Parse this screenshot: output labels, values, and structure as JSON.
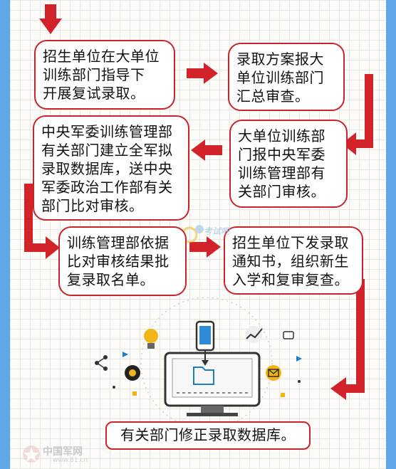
{
  "colors": {
    "arrow": "#d2232a",
    "box_border": "#c8242b",
    "frame": "#5fa7e8",
    "accent": "#f3b21a"
  },
  "boxes": {
    "step1": "招生单位在大单位训练部门指导下开展复试录取。",
    "step2": "录取方案报大单位训练部门汇总审查。",
    "step3": "大单位训练部门报中央军委训练管理部有关部门审核。",
    "step4": "中央军委训练管理部有关部门建立全军拟录取数据库，送中央军委政治工作部有关部门比对审核。",
    "step5": "训练管理部依据比对审核结果批复录取名单。",
    "step6": "招生单位下发录取通知书，组织新生入学和复审复查。",
    "step7": "有关部门修正录取数据库。"
  },
  "lines": {
    "step1": [
      "招生单位在大单位",
      "训练部门指导下",
      "开展复试录取。"
    ],
    "step2": [
      "录取方案报大",
      "单位训练部门",
      "汇总审查。"
    ],
    "step3": [
      "大单位训练部",
      "门报中央军委",
      "训练管理部有",
      "关部门审核。"
    ],
    "step4": [
      "中央军委训练管理部",
      "有关部门建立全军拟",
      "录取数据库，送中央",
      "军委政治工作部有关",
      "部门比对审核。"
    ],
    "step5": [
      "训练管理部依据",
      "比对审核结果批",
      "复录取名单。"
    ],
    "step6": [
      "招生单位下发录取",
      "通知书，组织新生",
      "入学和复审复查。"
    ],
    "step7": [
      "有关部门修正录取数据库。"
    ]
  },
  "watermark": {
    "center": "考试吧",
    "logo": "中国军网",
    "logo_url": "www.81.cn"
  }
}
